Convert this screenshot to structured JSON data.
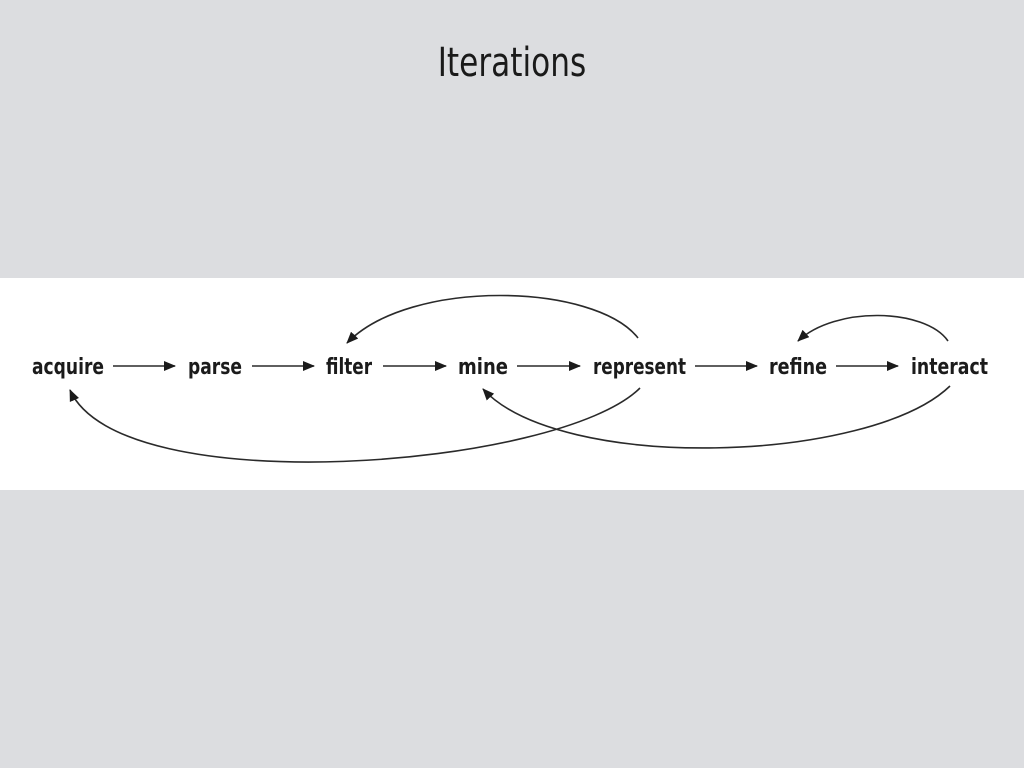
{
  "slide": {
    "title": "Iterations",
    "background_color": "#dcdde0",
    "figure_background_color": "#ffffff"
  },
  "diagram": {
    "type": "process-flow",
    "nodes": [
      {
        "id": "acquire",
        "label": "acquire"
      },
      {
        "id": "parse",
        "label": "parse"
      },
      {
        "id": "filter",
        "label": "filter"
      },
      {
        "id": "mine",
        "label": "mine"
      },
      {
        "id": "represent",
        "label": "represent"
      },
      {
        "id": "refine",
        "label": "refine"
      },
      {
        "id": "interact",
        "label": "interact"
      }
    ],
    "edges": [
      {
        "from": "acquire",
        "to": "parse",
        "kind": "forward"
      },
      {
        "from": "parse",
        "to": "filter",
        "kind": "forward"
      },
      {
        "from": "filter",
        "to": "mine",
        "kind": "forward"
      },
      {
        "from": "mine",
        "to": "represent",
        "kind": "forward"
      },
      {
        "from": "represent",
        "to": "refine",
        "kind": "forward"
      },
      {
        "from": "refine",
        "to": "interact",
        "kind": "forward"
      },
      {
        "from": "represent",
        "to": "filter",
        "kind": "feedback-above"
      },
      {
        "from": "represent",
        "to": "acquire",
        "kind": "feedback-below"
      },
      {
        "from": "interact",
        "to": "refine",
        "kind": "feedback-above"
      },
      {
        "from": "interact",
        "to": "mine",
        "kind": "feedback-below"
      }
    ]
  }
}
